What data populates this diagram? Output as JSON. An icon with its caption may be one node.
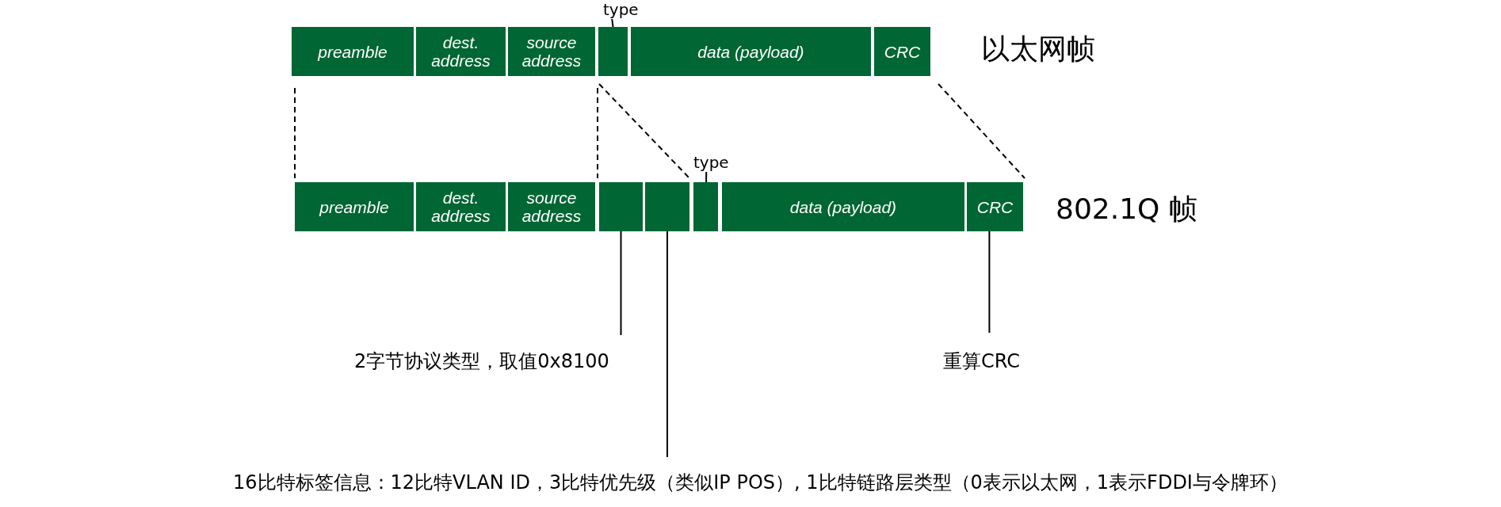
{
  "diagram": {
    "nodes": [
      {
        "text": [
          "preamble"
        ]
      },
      {
        "text": [
          "dest. address"
        ]
      },
      {
        "text": [
          "source address"
        ]
      },
      {
        "text": [
          "type"
        ]
      },
      {
        "text": [],
        "shape": "box"
      },
      {
        "text": [
          "data (payload)"
        ]
      },
      {
        "text": [
          "CRC"
        ]
      },
      {
        "text": [
          "preamble"
        ]
      },
      {
        "text": [
          "dest. address"
        ]
      },
      {
        "text": [
          "source address"
        ]
      },
      {
        "text": [],
        "shape": "box"
      },
      {
        "text": [],
        "shape": "box"
      },
      {
        "text": [
          "type"
        ]
      },
      {
        "text": [],
        "shape": "box"
      },
      {
        "text": [
          "data (payload)"
        ]
      },
      {
        "text": [
          "CRC"
        ]
      },
      {
        "text": [
          "2字节协议类型，取值0x8100"
        ]
      },
      {
        "text": [
          "重算CRC"
        ]
      },
      {
        "text": [
          "16比特标签信息：12比特VLAN ID，3比特优先级（类似IP POS）, 1比特链路层类型（0表示以太网，1表示FDDI与令牌环）"
        ]
      }
    ],
    "edges": [
      {
        "from": 3,
        "to": 4,
        "arrow": "none"
      },
      {
        "from": 0,
        "to": 7,
        "arrow": "none",
        "style": "dashed"
      },
      {
        "from": 2,
        "to": 9,
        "arrow": "none",
        "style": "dashed"
      },
      {
        "from": 2,
        "to": 11,
        "arrow": "none",
        "style": "dashed"
      },
      {
        "from": 6,
        "to": 15,
        "arrow": "none",
        "style": "dashed"
      },
      {
        "from": 12,
        "to": 13,
        "arrow": "none"
      },
      {
        "from": 16,
        "to": 10,
        "arrow": "none"
      },
      {
        "from": 17,
        "to": 15,
        "arrow": "none"
      },
      {
        "from": 18,
        "to": 11,
        "arrow": "none"
      }
    ],
    "labels": [
      "以太网帧",
      "802.1Q 帧"
    ]
  }
}
